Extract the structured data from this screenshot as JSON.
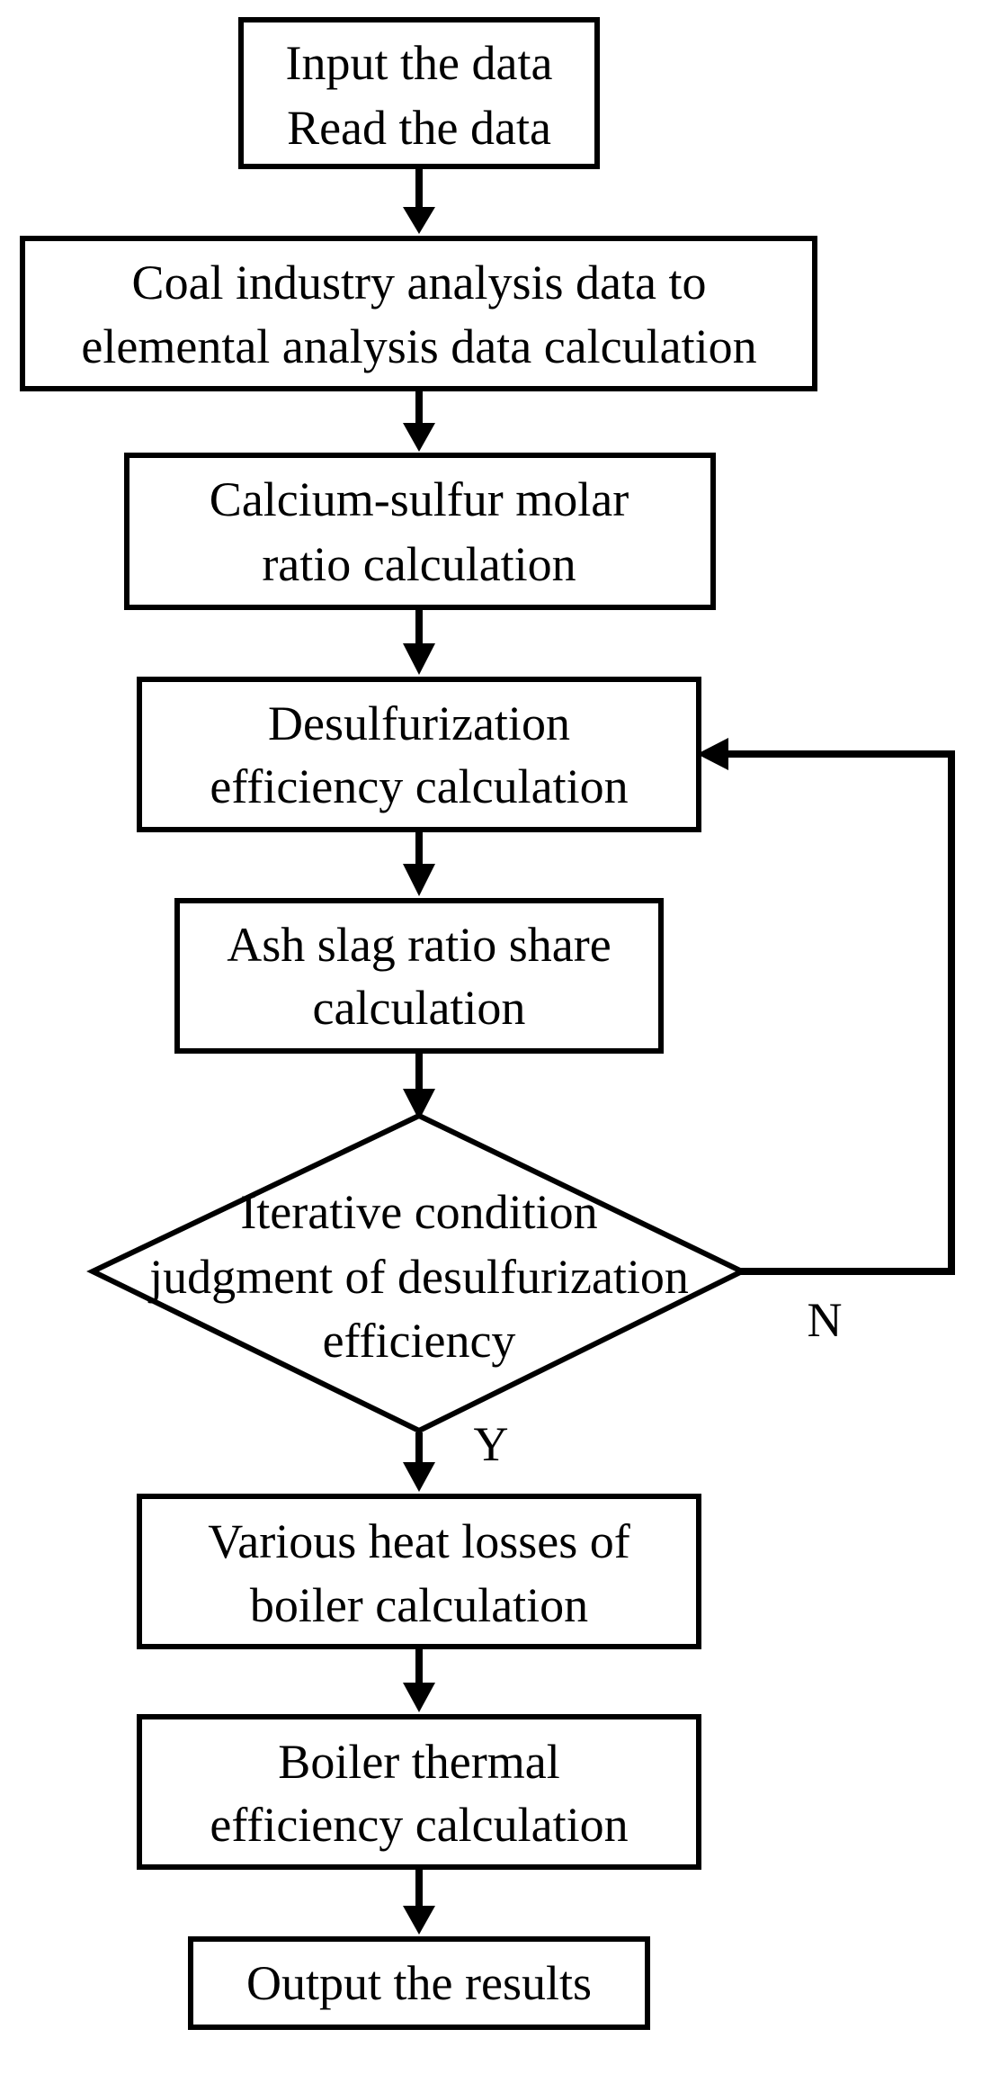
{
  "flowchart": {
    "steps": [
      {
        "id": "input",
        "lines": [
          "Input the data",
          "Read the data"
        ]
      },
      {
        "id": "coal-analysis",
        "lines": [
          "Coal industry analysis data to",
          "elemental analysis data calculation"
        ]
      },
      {
        "id": "ca-s-ratio",
        "lines": [
          "Calcium-sulfur molar",
          "ratio calculation"
        ]
      },
      {
        "id": "desulfurization",
        "lines": [
          "Desulfurization",
          "efficiency calculation"
        ]
      },
      {
        "id": "ash-slag",
        "lines": [
          "Ash slag ratio share",
          "calculation"
        ]
      },
      {
        "id": "iteration-check",
        "lines": [
          "Iterative condition",
          "judgment of desulfurization",
          "efficiency"
        ]
      },
      {
        "id": "heat-losses",
        "lines": [
          "Various heat losses of",
          "boiler calculation"
        ]
      },
      {
        "id": "thermal-efficiency",
        "lines": [
          "Boiler thermal",
          "efficiency calculation"
        ]
      },
      {
        "id": "output",
        "lines": [
          "Output the results"
        ]
      }
    ],
    "decision_labels": {
      "no": "N",
      "yes": "Y"
    }
  }
}
